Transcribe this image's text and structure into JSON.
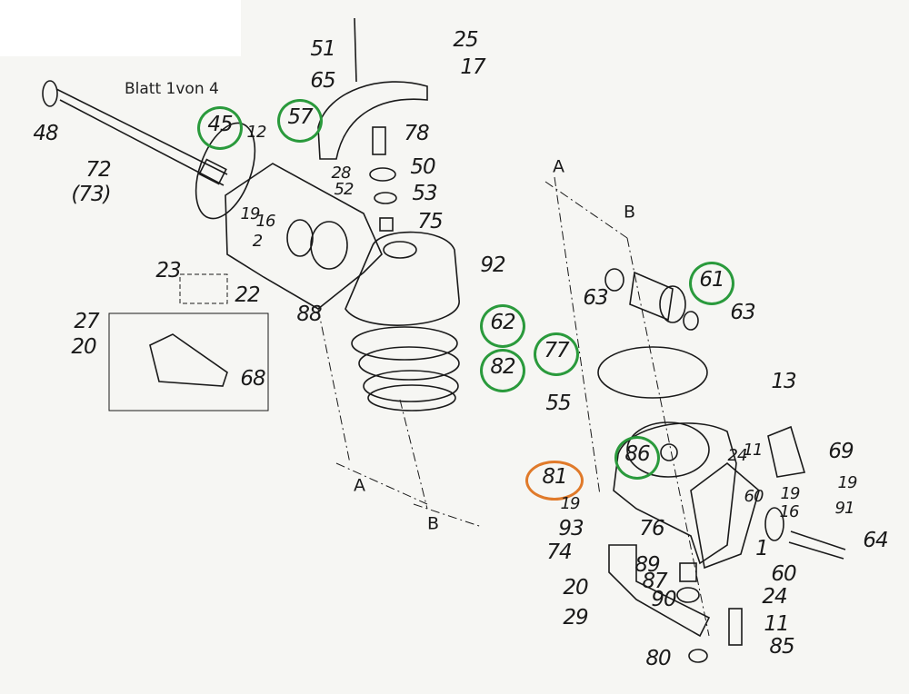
{
  "sheet_label": "Blatt  1von 4",
  "part_labels": [
    "51",
    "25",
    "65",
    "17",
    "48",
    "45",
    "57",
    "12",
    "78",
    "72",
    "(73)",
    "50",
    "28",
    "52",
    "53",
    "19",
    "16",
    "2",
    "75",
    "92",
    "23",
    "22",
    "88",
    "27",
    "20",
    "68",
    "63",
    "61",
    "63",
    "62",
    "82",
    "77",
    "55",
    "13",
    "86",
    "69",
    "81",
    "24",
    "11",
    "19",
    "60",
    "19",
    "91",
    "16",
    "19",
    "93",
    "76",
    "64",
    "1",
    "74",
    "60",
    "89",
    "87",
    "20",
    "24",
    "90",
    "29",
    "11",
    "85",
    "80"
  ],
  "section_markers": [
    "A",
    "B",
    "A",
    "B"
  ],
  "highlighted_green": [
    "45",
    "57",
    "61",
    "62",
    "82",
    "77",
    "86"
  ],
  "highlighted_orange": [
    "81"
  ],
  "colors": {
    "green_circle": "#2a9a3c",
    "orange_circle": "#e07a2a",
    "ink": "#1a1a1a"
  }
}
